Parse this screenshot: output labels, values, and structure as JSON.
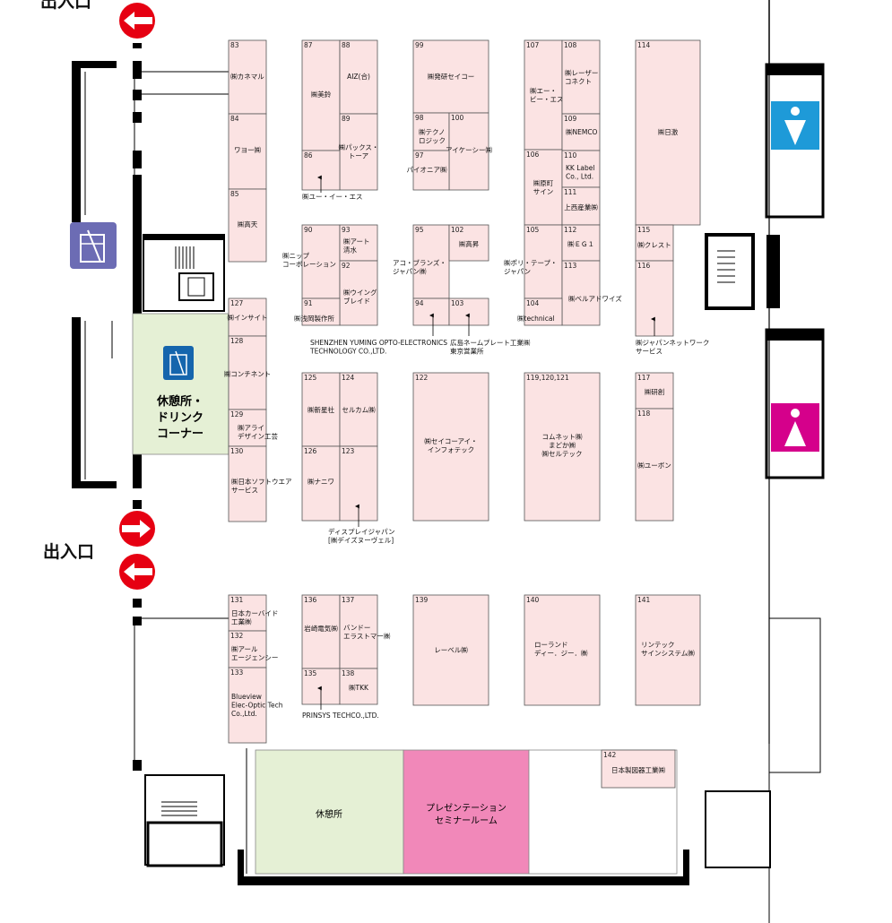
{
  "colors": {
    "booth_fill": "#fbe3e3",
    "rest_fill": "#e5f0d5",
    "presentation_fill": "#f188b9",
    "toilet_men": "#1e9ad8",
    "toilet_women": "#d5008b",
    "drink_icon_blue": "#1565ad",
    "drink_icon_purple": "#6c6cb4",
    "arrow_red": "#e60012"
  },
  "exit_label": "出入口",
  "drink_corner_label": [
    "休憩所・",
    "ドリンク",
    "コーナー"
  ],
  "rest_area_label": "休憩所",
  "presentation_label": [
    "プレゼンテーション",
    "セミナールーム"
  ],
  "booths": [
    {
      "id": "83",
      "name": "㈱カネマル"
    },
    {
      "id": "84",
      "name": "ワヨー㈱"
    },
    {
      "id": "85",
      "name": "㈱高天"
    },
    {
      "id": "87",
      "name": "㈱美鈴"
    },
    {
      "id": "88",
      "name": "AIZ(合)"
    },
    {
      "id": "89",
      "name": "㈱パックス・\nトーア"
    },
    {
      "id": "86",
      "name": ""
    },
    {
      "id": "99",
      "name": "㈱発研セイコー"
    },
    {
      "id": "98",
      "name": "㈱テクノ\nロジック"
    },
    {
      "id": "100",
      "name": "アイケーシー㈱"
    },
    {
      "id": "97",
      "name": "パイオニア㈱"
    },
    {
      "id": "107",
      "name": "㈱エー・\nビー・エス"
    },
    {
      "id": "108",
      "name": "㈱レーザー\nコネクト"
    },
    {
      "id": "109",
      "name": "㈱NEMCO"
    },
    {
      "id": "106",
      "name": "㈱原町\nサイン"
    },
    {
      "id": "110",
      "name": "KK Label\nCo., Ltd."
    },
    {
      "id": "111",
      "name": "上西産業㈱"
    },
    {
      "id": "114",
      "name": "㈱日激"
    },
    {
      "id": "90",
      "name": ""
    },
    {
      "id": "93",
      "name": "㈱アート\n清水"
    },
    {
      "id": "92",
      "name": "㈱ウイング\nブレイド"
    },
    {
      "id": "91",
      "name": ""
    },
    {
      "id": "95",
      "name": ""
    },
    {
      "id": "102",
      "name": "㈱高昇"
    },
    {
      "id": "94",
      "name": ""
    },
    {
      "id": "103",
      "name": ""
    },
    {
      "id": "105",
      "name": ""
    },
    {
      "id": "112",
      "name": "㈱ＥＧ１"
    },
    {
      "id": "113",
      "name": "㈱ベルアドワイズ"
    },
    {
      "id": "104",
      "name": ""
    },
    {
      "id": "115",
      "name": "㈱クレスト"
    },
    {
      "id": "116",
      "name": ""
    },
    {
      "id": "127",
      "name": "㈱インサイト"
    },
    {
      "id": "128",
      "name": "㈱コンチネント"
    },
    {
      "id": "129",
      "name": "㈱アライ\nデザイン工芸"
    },
    {
      "id": "130",
      "name": "㈱日本ソフトウエア\nサービス"
    },
    {
      "id": "125",
      "name": "㈱新星社"
    },
    {
      "id": "124",
      "name": "セルカム㈱"
    },
    {
      "id": "126",
      "name": "㈱ナニワ"
    },
    {
      "id": "123",
      "name": ""
    },
    {
      "id": "122",
      "name": "㈱セイコーアイ・\nインフォテック"
    },
    {
      "id": "119,120,121",
      "name": "コムネット㈱\nまどか㈱\n㈱セルテック"
    },
    {
      "id": "117",
      "name": "㈱研創"
    },
    {
      "id": "118",
      "name": "㈱ユーボン"
    },
    {
      "id": "131",
      "name": "日本カーバイド\n工業㈱"
    },
    {
      "id": "132",
      "name": "㈱アール\nエージェンシー"
    },
    {
      "id": "133",
      "name": "Blueview\nElec-Optic Tech\nCo.,Ltd."
    },
    {
      "id": "136",
      "name": "岩崎電気㈱"
    },
    {
      "id": "137",
      "name": "バンドー\nエラストマー㈱"
    },
    {
      "id": "135",
      "name": ""
    },
    {
      "id": "138",
      "name": "㈱TKK"
    },
    {
      "id": "139",
      "name": "レーベル㈱"
    },
    {
      "id": "140",
      "name": "ローランド\nディー．ジー．㈱"
    },
    {
      "id": "141",
      "name": "リンテック\nサインシステム㈱"
    },
    {
      "id": "142",
      "name": "日本製図器工業㈱"
    }
  ],
  "callouts": [
    {
      "id": "c86",
      "text": "㈱ユー・イー・エス"
    },
    {
      "id": "c90",
      "text": "㈱ニップ\nコーポレーション"
    },
    {
      "id": "c91",
      "text": "㈱浅岡製作所"
    },
    {
      "id": "c95",
      "text": "アコ・ブランズ・\nジャパン㈱"
    },
    {
      "id": "c105",
      "text": "㈱ポリ・テープ・\nジャパン"
    },
    {
      "id": "c104",
      "text": "㈱technical"
    },
    {
      "id": "c94",
      "text": "SHENZHEN YUMING OPTO-ELECTRONICS\nTECHNOLOGY CO.,LTD."
    },
    {
      "id": "c103",
      "text": "広島ネームプレート工業㈱\n東京営業所"
    },
    {
      "id": "c116",
      "text": "㈱ジャパンネットワーク\nサービス"
    },
    {
      "id": "c123",
      "text": "ディスプレイジャパン\n[㈱デイズヌーヴェル]"
    },
    {
      "id": "c135",
      "text": "PRINSYS TECHCO.,LTD."
    }
  ]
}
